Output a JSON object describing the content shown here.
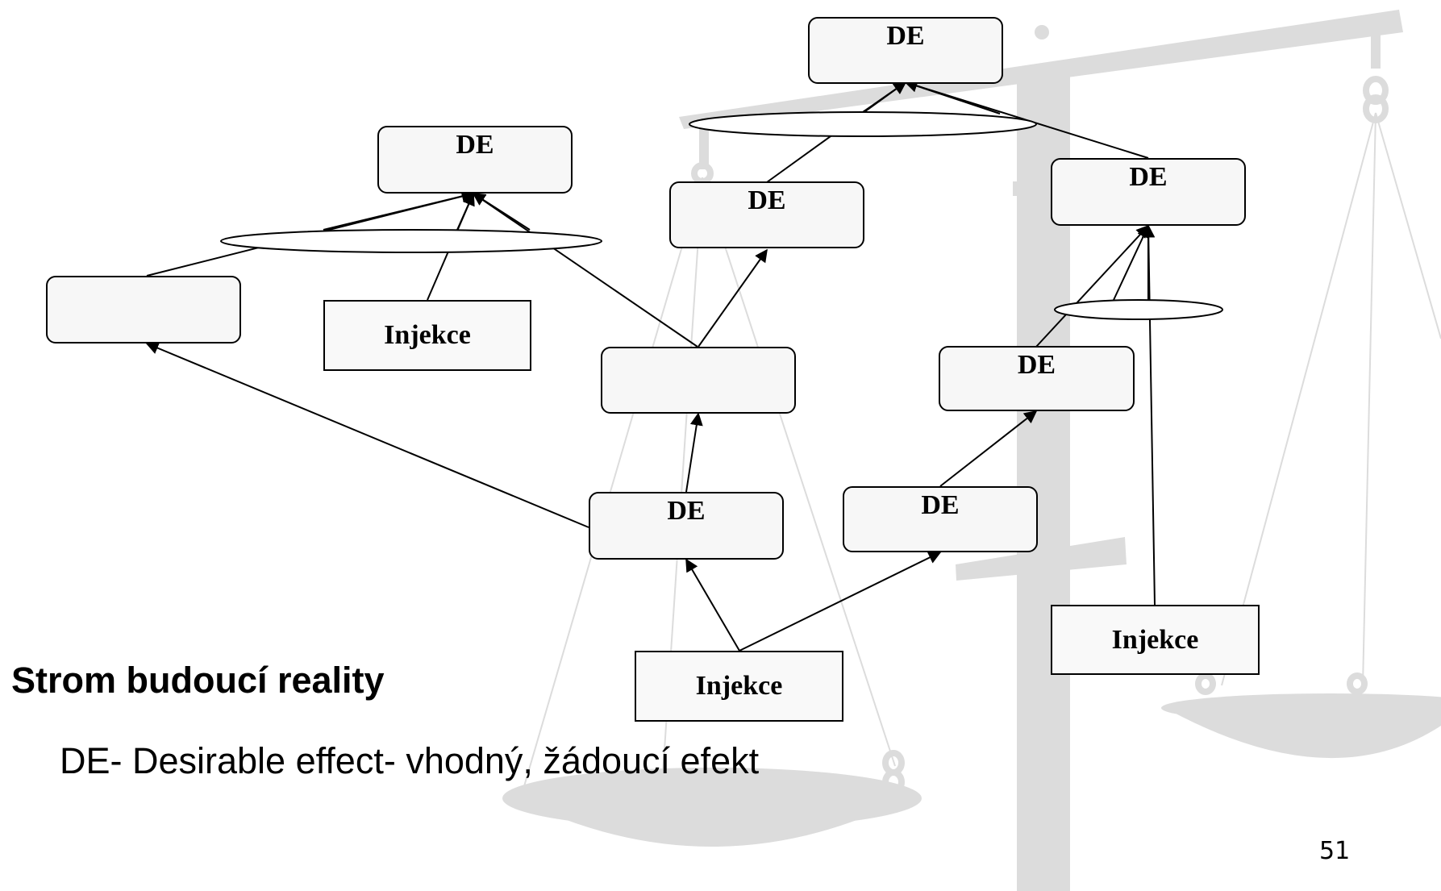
{
  "slide": {
    "title": "Strom budoucí reality",
    "subtitle": "DE- Desirable effect- vhodný, žádoucí efekt",
    "page_number": "51"
  },
  "nodes": {
    "de_top": "DE",
    "de_left_top": "DE",
    "de_center_upper": "DE",
    "de_right_upper": "DE",
    "blank_left": "",
    "injekce_left": "Injekce",
    "blank_center": "",
    "de_right_middle": "DE",
    "de_center_lower": "DE",
    "de_right_lower": "DE",
    "injekce_center": "Injekce",
    "injekce_right": "Injekce"
  }
}
